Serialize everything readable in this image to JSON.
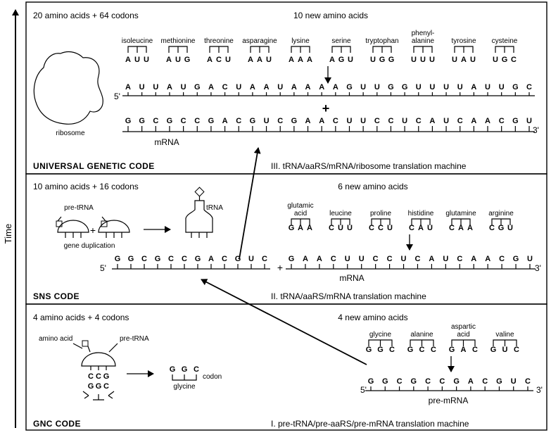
{
  "time_label": "Time",
  "panels": {
    "universal": {
      "header": "20 amino acids + 64 codons",
      "new_header": "10 new amino acids",
      "amino_acids": [
        {
          "name": "isoleucine",
          "codon": [
            "A",
            "U",
            "U"
          ]
        },
        {
          "name": "methionine",
          "codon": [
            "A",
            "U",
            "G"
          ]
        },
        {
          "name": "threonine",
          "codon": [
            "A",
            "C",
            "U"
          ]
        },
        {
          "name": "asparagine",
          "codon": [
            "A",
            "A",
            "U"
          ]
        },
        {
          "name": "lysine",
          "codon": [
            "A",
            "A",
            "A"
          ]
        },
        {
          "name": "serine",
          "codon": [
            "A",
            "G",
            "U"
          ]
        },
        {
          "name": "tryptophan",
          "codon": [
            "U",
            "G",
            "G"
          ]
        },
        {
          "name": "phenyl-|alanine",
          "codon": [
            "U",
            "U",
            "U"
          ]
        },
        {
          "name": "tyrosine",
          "codon": [
            "U",
            "A",
            "U"
          ]
        },
        {
          "name": "cysteine",
          "codon": [
            "U",
            "G",
            "C"
          ]
        }
      ],
      "strand_top": [
        "A",
        "U",
        "U",
        "A",
        "U",
        "G",
        "A",
        "C",
        "U",
        "A",
        "A",
        "U",
        "A",
        "A",
        "A",
        "A",
        "G",
        "U",
        "U",
        "G",
        "G",
        "U",
        "U",
        "U",
        "U",
        "A",
        "U",
        "U",
        "G",
        "C"
      ],
      "strand_bottom": [
        "G",
        "G",
        "C",
        "G",
        "C",
        "C",
        "G",
        "A",
        "C",
        "G",
        "U",
        "C",
        "G",
        "A",
        "A",
        "C",
        "U",
        "U",
        "C",
        "C",
        "U",
        "C",
        "A",
        "U",
        "C",
        "A",
        "A",
        "C",
        "G",
        "U"
      ],
      "five_prime": "5'",
      "three_prime": "3'",
      "plus": "+",
      "ribosome_label": "ribosome",
      "mrna_label": "mRNA",
      "code_title": "UNIVERSAL GENETIC CODE",
      "machine": "III. tRNA/aaRS/mRNA/ribosome translation machine"
    },
    "sns": {
      "header": "10 amino acids + 16 codons",
      "new_header": "6 new amino acids",
      "pre_trna_label": "pre-tRNA",
      "trna_label": "tRNA",
      "plus": "+",
      "gene_dup_label": "gene duplication",
      "amino_acids": [
        {
          "name": "glutamic|acid",
          "codon": [
            "G",
            "A",
            "A"
          ]
        },
        {
          "name": "leucine",
          "codon": [
            "C",
            "U",
            "U"
          ]
        },
        {
          "name": "proline",
          "codon": [
            "C",
            "C",
            "U"
          ]
        },
        {
          "name": "histidine",
          "codon": [
            "C",
            "A",
            "U"
          ]
        },
        {
          "name": "glutamine",
          "codon": [
            "C",
            "A",
            "A"
          ]
        },
        {
          "name": "arginine",
          "codon": [
            "C",
            "G",
            "U"
          ]
        }
      ],
      "strand_left": [
        "G",
        "G",
        "C",
        "G",
        "C",
        "C",
        "G",
        "A",
        "C",
        "G",
        "U",
        "C"
      ],
      "strand_right": [
        "G",
        "A",
        "A",
        "C",
        "U",
        "U",
        "C",
        "C",
        "U",
        "C",
        "A",
        "U",
        "C",
        "A",
        "A",
        "C",
        "G",
        "U"
      ],
      "five_prime": "5'",
      "three_prime": "3'",
      "mrna_label": "mRNA",
      "code_title": "SNS CODE",
      "machine": "II. tRNA/aaRS/mRNA translation machine"
    },
    "gnc": {
      "header": "4 amino acids + 4 codons",
      "new_header": "4 new amino acids",
      "amino_acid_label": "amino acid",
      "pre_trna_label": "pre-tRNA",
      "anticodon_top": [
        "C",
        "C",
        "G"
      ],
      "anticodon_bottom": [
        "G",
        "G",
        "C"
      ],
      "codon": [
        "G",
        "G",
        "C"
      ],
      "glycine_label": "glycine",
      "codon_label": "codon",
      "amino_acids": [
        {
          "name": "glycine",
          "codon": [
            "G",
            "G",
            "C"
          ]
        },
        {
          "name": "alanine",
          "codon": [
            "G",
            "C",
            "C"
          ]
        },
        {
          "name": "aspartic|acid",
          "codon": [
            "G",
            "A",
            "C"
          ]
        },
        {
          "name": "valine",
          "codon": [
            "G",
            "U",
            "C"
          ]
        }
      ],
      "strand": [
        "G",
        "G",
        "C",
        "G",
        "C",
        "C",
        "G",
        "A",
        "C",
        "G",
        "U",
        "C"
      ],
      "five_prime": "5'",
      "three_prime": "3'",
      "mrna_label": "pre-mRNA",
      "code_title": "GNC CODE",
      "machine": "I. pre-tRNA/pre-aaRS/pre-mRNA translation machine"
    }
  }
}
